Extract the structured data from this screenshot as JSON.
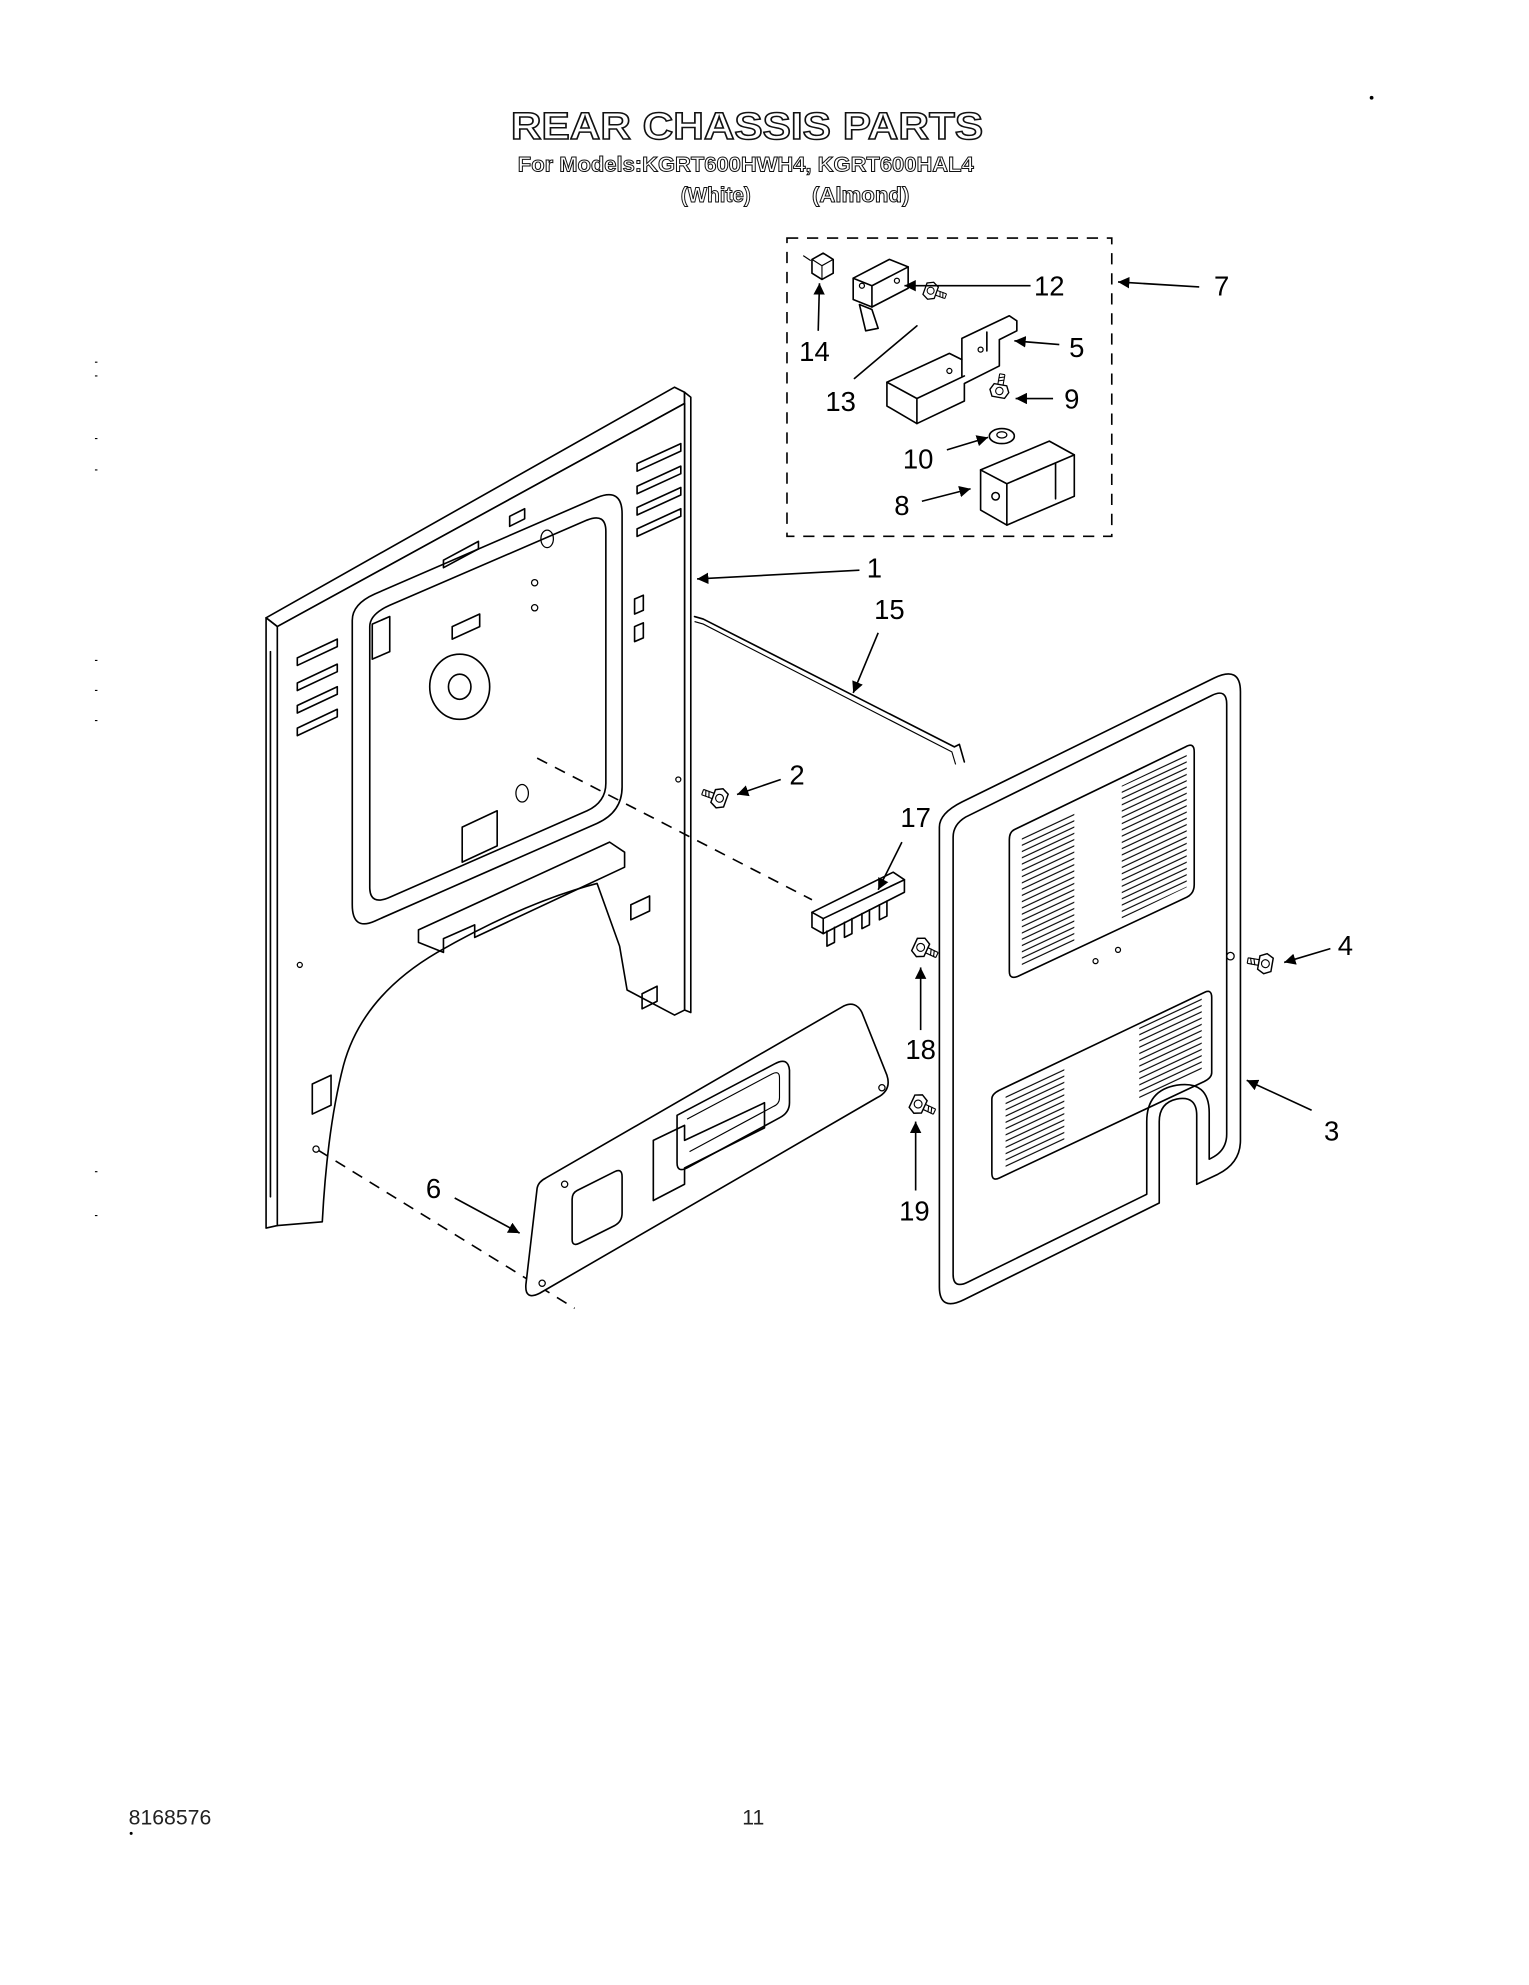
{
  "title": "REAR CHASSIS PARTS",
  "models_line": "For Models:KGRT600HWH4, KGRT600HAL4",
  "color_labels": [
    "(White)",
    "(Almond)"
  ],
  "callouts": [
    "12",
    "7",
    "14",
    "5",
    "13",
    "9",
    "10",
    "8",
    "1",
    "15",
    "2",
    "17",
    "4",
    "18",
    "3",
    "6",
    "19"
  ],
  "footer": {
    "part_number": "8168576",
    "page_number": "11"
  }
}
